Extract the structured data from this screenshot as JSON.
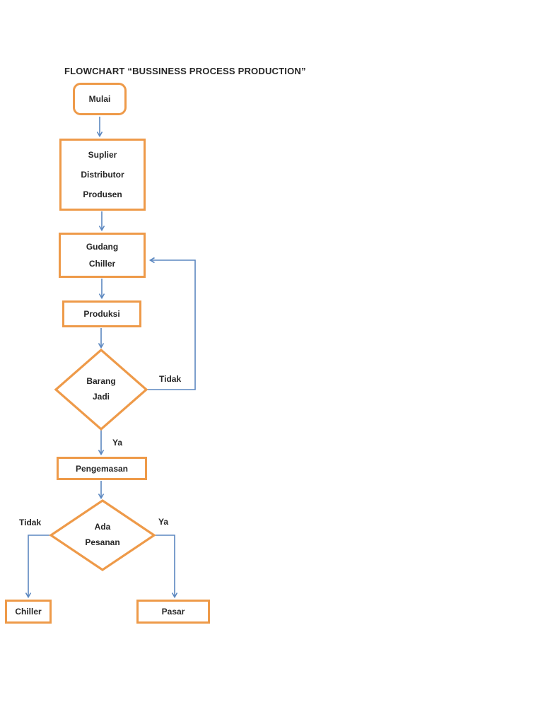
{
  "title": "FLOWCHART “BUSSINESS PROCESS PRODUCTION”",
  "colors": {
    "shape_border": "#EE9A49",
    "connector": "#5B87C0",
    "text": "#262626",
    "background": "#FFFFFF"
  },
  "nodes": {
    "start": {
      "label": "Mulai"
    },
    "supplier": {
      "line1": "Suplier",
      "line2": "Distributor",
      "line3": "Produsen"
    },
    "warehouse": {
      "line1": "Gudang",
      "line2": "Chiller"
    },
    "production": {
      "label": "Produksi"
    },
    "decision_finished_goods": {
      "line1": "Barang",
      "line2": "Jadi"
    },
    "packaging": {
      "label": "Pengemasan"
    },
    "decision_order": {
      "line1": "Ada",
      "line2": "Pesanan"
    },
    "chiller": {
      "label": "Chiller"
    },
    "market": {
      "label": "Pasar"
    }
  },
  "edge_labels": {
    "loop_no": "Tidak",
    "finished_yes": "Ya",
    "order_no": "Tidak",
    "order_yes": "Ya"
  }
}
